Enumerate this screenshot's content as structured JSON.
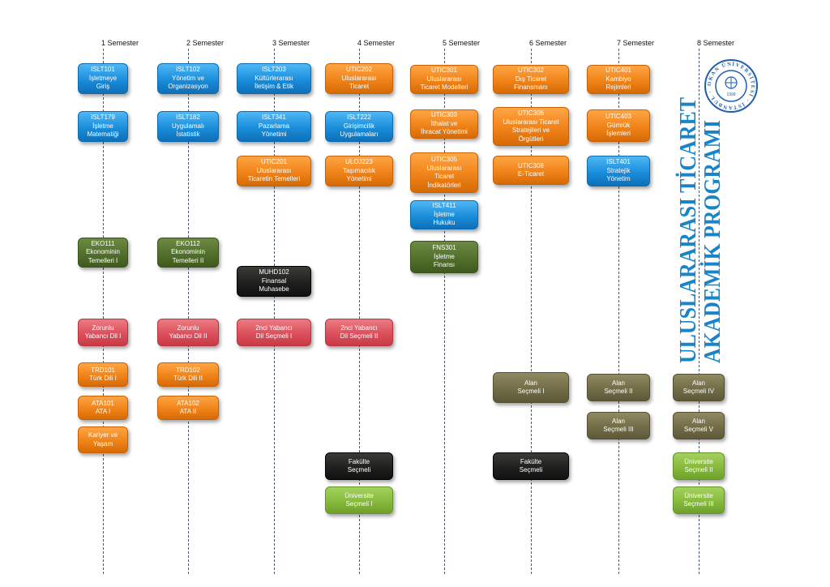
{
  "semesters": [
    "1 Semester",
    "2 Semester",
    "3 Semester",
    "4 Semester",
    "5 Semester",
    "6 Semester",
    "7 Semester",
    "8 Semester"
  ],
  "title": {
    "line1": "ULUSLARARASI TİCARET",
    "line2": "AKADEMİK PROGRAMI",
    "color": "#1a84c8"
  },
  "logo": {
    "ring_text": "OKAN ÜNİVERSİTESİ · İSTANBUL ·",
    "year": "1999",
    "color": "#1f5fae"
  },
  "colors": {
    "blue": "#1a8ddb",
    "orange": "#f08318",
    "green": "#52702c",
    "red": "#dc4f5b",
    "black": "#1e1e1c",
    "olive": "#726d48",
    "lgreen": "#86ba3c"
  },
  "courses": [
    {
      "col": 0,
      "color": "blue",
      "lines": [
        "ISLT101",
        "İşletmeye",
        "Giriş"
      ]
    },
    {
      "col": 0,
      "color": "blue",
      "lines": [
        "ISLT179",
        "İşletme",
        "Matematiği"
      ]
    },
    {
      "col": 0,
      "color": "green",
      "lines": [
        "EKO111",
        "Ekonominin",
        "Temelleri I"
      ]
    },
    {
      "col": 0,
      "color": "red",
      "lines": [
        "Zorunlu",
        "Yabancı Dil I"
      ]
    },
    {
      "col": 0,
      "color": "orange",
      "lines": [
        "TRD101",
        "Türk Dili I"
      ]
    },
    {
      "col": 0,
      "color": "orange",
      "lines": [
        "ATA101",
        "ATA I"
      ]
    },
    {
      "col": 0,
      "color": "orange",
      "lines": [
        "Kariyer ve",
        "Yaşam"
      ]
    },
    {
      "col": 1,
      "color": "blue",
      "lines": [
        "ISLT102",
        "Yönetim ve",
        "Organizasyon"
      ]
    },
    {
      "col": 1,
      "color": "blue",
      "lines": [
        "ISLT182",
        "Uygulamalı",
        "İstatistik"
      ]
    },
    {
      "col": 1,
      "color": "green",
      "lines": [
        "EKO112",
        "Ekonominin",
        "Temelleri II"
      ]
    },
    {
      "col": 1,
      "color": "red",
      "lines": [
        "Zorunlu",
        "Yabancı Dil II"
      ]
    },
    {
      "col": 1,
      "color": "orange",
      "lines": [
        "TRD102",
        "Türk Dili II"
      ]
    },
    {
      "col": 1,
      "color": "orange",
      "lines": [
        "ATA102",
        "ATA II"
      ]
    },
    {
      "col": 2,
      "color": "blue",
      "lines": [
        "ISLT203",
        "Kültürlerarası",
        "İletişim & Etik"
      ]
    },
    {
      "col": 2,
      "color": "blue",
      "lines": [
        "ISLT341",
        "Pazarlama",
        "Yönetimi"
      ]
    },
    {
      "col": 2,
      "color": "orange",
      "lines": [
        "UTIC201",
        "Uluslararası",
        "Ticaretin Temelleri"
      ]
    },
    {
      "col": 2,
      "color": "black",
      "lines": [
        "MUHD102",
        "Finansal",
        "Muhasebe"
      ]
    },
    {
      "col": 2,
      "color": "red",
      "lines": [
        "2nci Yabancı",
        "Dil Seçmeli I"
      ]
    },
    {
      "col": 3,
      "color": "orange",
      "lines": [
        "UTIC202",
        "Uluslararası",
        "Ticaret"
      ]
    },
    {
      "col": 3,
      "color": "blue",
      "lines": [
        "ISLT222",
        "Girişimcilik",
        "Uygulamaları"
      ]
    },
    {
      "col": 3,
      "color": "orange",
      "lines": [
        "ULOJ223",
        "Taşımacılık",
        "Yönetimi"
      ]
    },
    {
      "col": 3,
      "color": "red",
      "lines": [
        "2nci Yabancı",
        "Dil Seçmeli II"
      ]
    },
    {
      "col": 3,
      "color": "black",
      "lines": [
        "Fakülte",
        "Seçmeli"
      ]
    },
    {
      "col": 3,
      "color": "lgreen",
      "lines": [
        "Üniversite",
        "Seçmeli I"
      ]
    },
    {
      "col": 4,
      "color": "orange",
      "lines": [
        "UTIC301",
        "Uluslararası",
        "Ticaret Modelleri"
      ]
    },
    {
      "col": 4,
      "color": "orange",
      "lines": [
        "UTIC303",
        "İthalat ve",
        "İhracat Yönetimi"
      ]
    },
    {
      "col": 4,
      "color": "orange",
      "lines": [
        "UTIC305",
        "Uluslararası",
        "Ticaret",
        "İndikatörleri"
      ]
    },
    {
      "col": 4,
      "color": "blue",
      "lines": [
        "ISLT411",
        "İşletme",
        "Hukuku"
      ]
    },
    {
      "col": 4,
      "color": "green",
      "lines": [
        "FNS301",
        "İşletme",
        "Finansı"
      ]
    },
    {
      "col": 5,
      "color": "orange",
      "lines": [
        "UTIC302",
        "Dış Ticaret",
        "Finansmanı"
      ]
    },
    {
      "col": 5,
      "color": "orange",
      "lines": [
        "UTIC306",
        "Uluslararası  Ticaret",
        "Stratejileri ve",
        "Örgütleri"
      ]
    },
    {
      "col": 5,
      "color": "orange",
      "lines": [
        "UTIC308",
        "E-Ticaret"
      ]
    },
    {
      "col": 5,
      "color": "olive",
      "lines": [
        "Alan",
        "Seçmeli I"
      ]
    },
    {
      "col": 5,
      "color": "black",
      "lines": [
        "Fakülte",
        "Seçmeli"
      ]
    },
    {
      "col": 6,
      "color": "orange",
      "lines": [
        "UTIC401",
        "Kambiyo",
        "Rejimleri"
      ]
    },
    {
      "col": 6,
      "color": "orange",
      "lines": [
        "UTIC403",
        "Gümrük",
        "İşlemleri"
      ]
    },
    {
      "col": 6,
      "color": "blue",
      "lines": [
        "ISLT401",
        "Stratejik",
        "Yönetim"
      ]
    },
    {
      "col": 6,
      "color": "olive",
      "lines": [
        "Alan",
        "Seçmeli II"
      ]
    },
    {
      "col": 6,
      "color": "olive",
      "lines": [
        "Alan",
        "Seçmeli III"
      ]
    },
    {
      "col": 7,
      "color": "olive",
      "lines": [
        "Alan",
        "Seçmeli IV"
      ]
    },
    {
      "col": 7,
      "color": "olive",
      "lines": [
        "Alan",
        "Seçmeli V"
      ]
    },
    {
      "col": 7,
      "color": "lgreen",
      "lines": [
        "Üniversite",
        "Seçmeli II"
      ]
    },
    {
      "col": 7,
      "color": "lgreen",
      "lines": [
        "Üniversite",
        "Seçmeli III"
      ]
    }
  ]
}
